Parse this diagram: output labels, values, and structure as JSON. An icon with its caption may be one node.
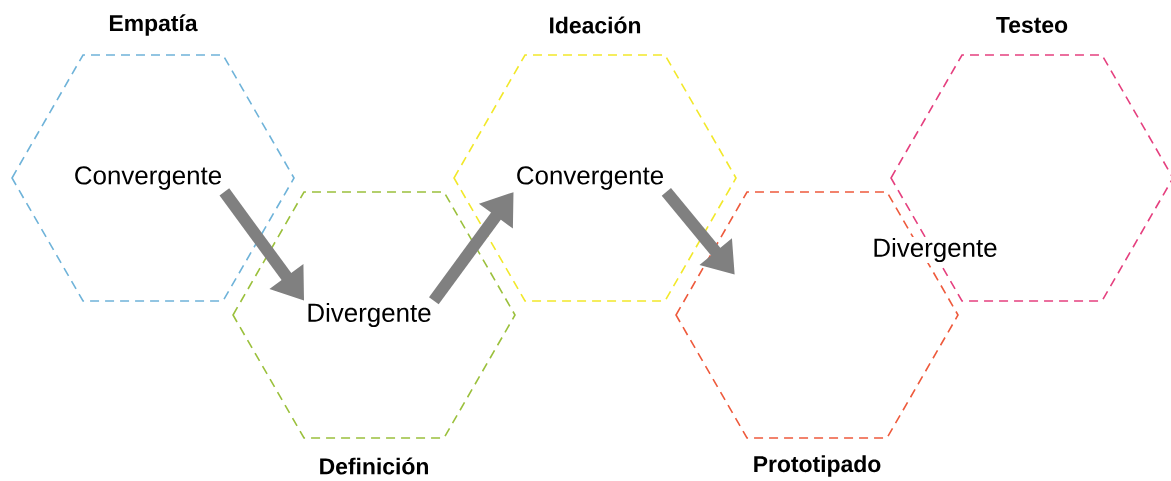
{
  "diagram": {
    "nodes": [
      {
        "text": [
          "Empatía",
          "Convergente"
        ]
      },
      {
        "text": [
          "Divergente",
          "Definición"
        ]
      },
      {
        "text": [
          "Ideación",
          "Convergente"
        ]
      },
      {
        "text": [
          "Prototipado"
        ]
      },
      {
        "text": [
          "Testeo"
        ]
      }
    ],
    "edges": [
      {
        "from": 0,
        "to": 1,
        "arrow": "to"
      },
      {
        "from": 1,
        "to": 2,
        "arrow": "to"
      },
      {
        "from": 2,
        "to": 3,
        "arrow": "to"
      }
    ],
    "labels": [
      "Divergente"
    ]
  }
}
